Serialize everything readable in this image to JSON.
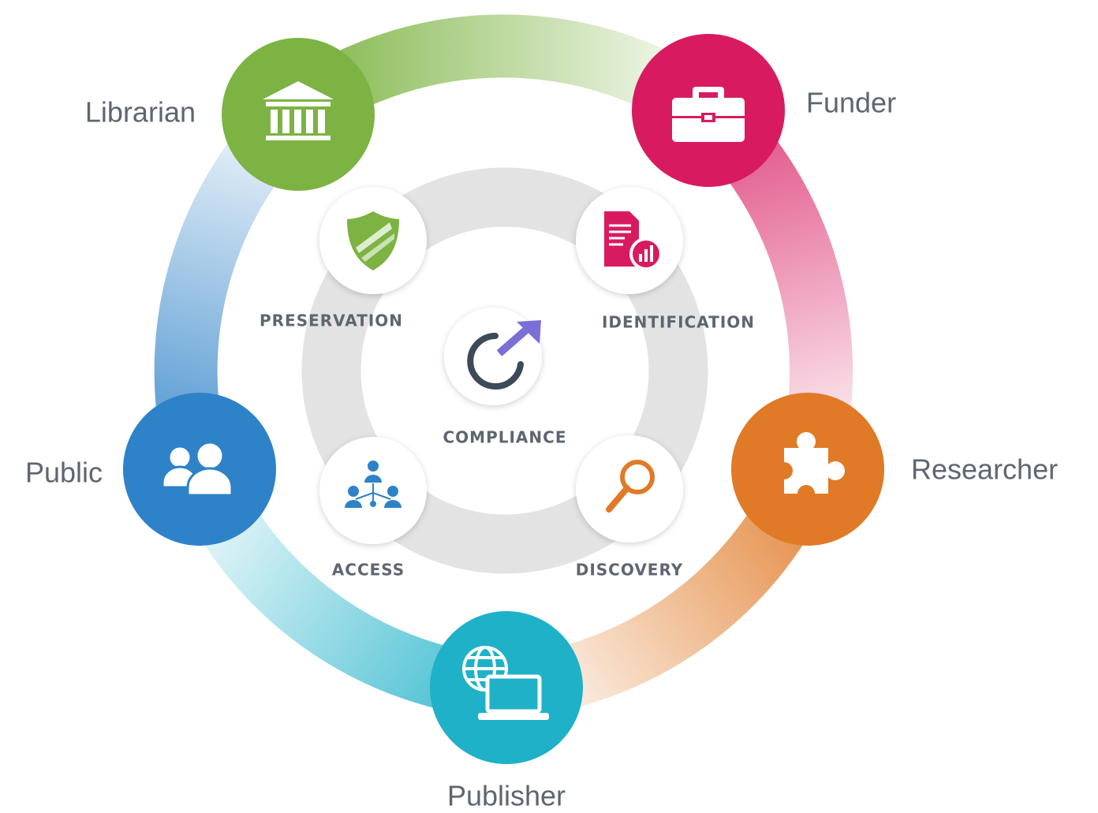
{
  "roles": [
    {
      "key": "librarian",
      "label": "Librarian",
      "icon": "library-icon",
      "color": "#7cb342"
    },
    {
      "key": "funder",
      "label": "Funder",
      "icon": "briefcase-icon",
      "color": "#d81b60"
    },
    {
      "key": "researcher",
      "label": "Researcher",
      "icon": "puzzle-piece-icon",
      "color": "#e07a26"
    },
    {
      "key": "publisher",
      "label": "Publisher",
      "icon": "globe-laptop-icon",
      "color": "#1fb1c8"
    },
    {
      "key": "public",
      "label": "Public",
      "icon": "people-icon",
      "color": "#2e82c8"
    }
  ],
  "functions": [
    {
      "key": "preservation",
      "label": "PRESERVATION",
      "icon": "shield-icon",
      "color": "#7cb342"
    },
    {
      "key": "identification",
      "label": "IDENTIFICATION",
      "icon": "document-chart-icon",
      "color": "#d81b60"
    },
    {
      "key": "discovery",
      "label": "DISCOVERY",
      "icon": "magnifier-icon",
      "color": "#e07a26"
    },
    {
      "key": "access",
      "label": "ACCESS",
      "icon": "org-chart-icon",
      "color": "#2e82c8"
    }
  ],
  "center": {
    "label": "COMPLIANCE",
    "icon": "circular-arrow-icon",
    "arrow_color": "#7a6fd6",
    "ring_color": "#3d4a58"
  }
}
